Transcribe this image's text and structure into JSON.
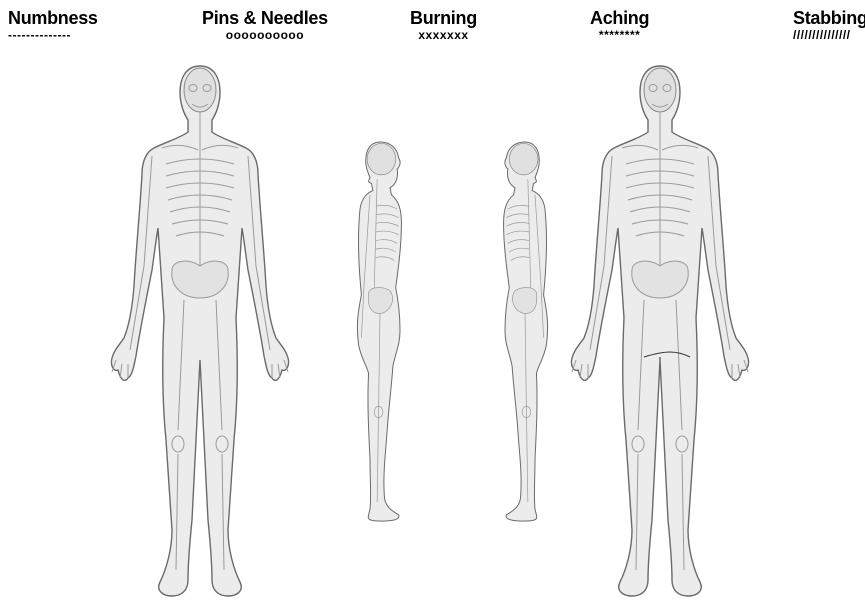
{
  "legend": [
    {
      "label": "Numbness",
      "symbol": "--------------"
    },
    {
      "label": "Pins & Needles",
      "symbol": "oooooooooo"
    },
    {
      "label": "Burning",
      "symbol": "xxxxxxx"
    },
    {
      "label": "Aching",
      "symbol": "********"
    },
    {
      "label": "Stabbing",
      "symbol": "///////////////"
    }
  ]
}
